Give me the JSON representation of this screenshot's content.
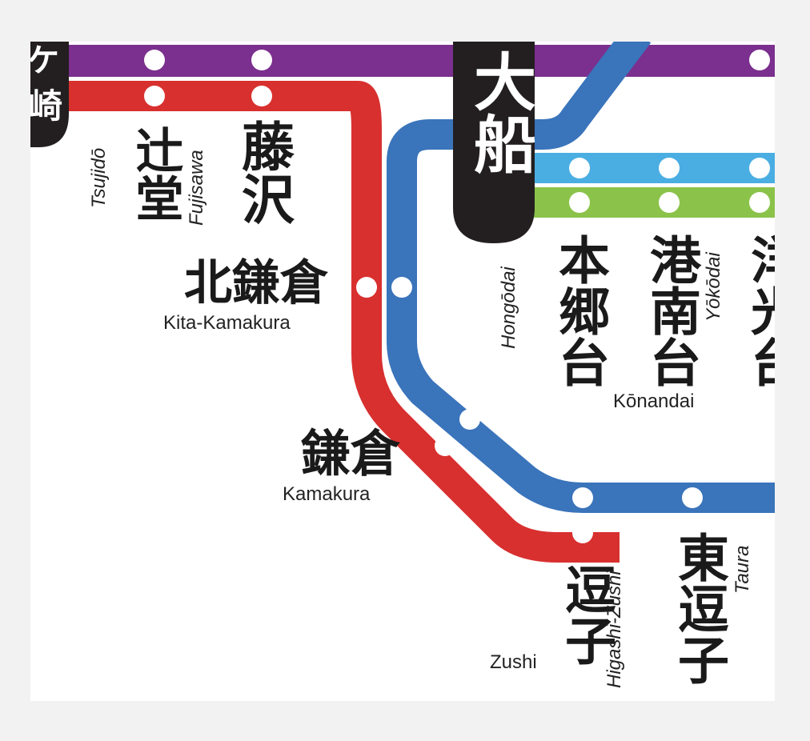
{
  "map": {
    "colors": {
      "purple_line": "#7b2f8e",
      "red_line": "#d8302f",
      "blue_line": "#3a74bb",
      "light_blue_line": "#4aaee3",
      "green_line": "#8bc34a",
      "terminal_box": "#231f20",
      "station_dot": "#ffffff"
    },
    "stations": {
      "left_edge": {
        "kanji_top": "ケ",
        "kanji_bottom": "崎"
      },
      "tsujido": {
        "kanji": "辻堂",
        "roman": "Tsujidō"
      },
      "fujisawa": {
        "kanji": "藤沢",
        "roman": "Fujisawa"
      },
      "ofuna": {
        "kanji": "大船"
      },
      "kita_kamakura": {
        "kanji": "北鎌倉",
        "roman": "Kita-Kamakura"
      },
      "kamakura": {
        "kanji": "鎌倉",
        "roman": "Kamakura"
      },
      "zushi": {
        "kanji": "逗子",
        "roman": "Zushi"
      },
      "higashi_zushi": {
        "kanji": "東逗子",
        "roman": "Higashi-Zushi"
      },
      "taura": {
        "roman": "Taura"
      },
      "hongodai": {
        "kanji": "本郷台",
        "roman": "Hongōdai"
      },
      "konandai": {
        "kanji": "港南台",
        "roman": "Kōnandai"
      },
      "yokodai": {
        "kanji": "洋光台",
        "roman": "Yōkōdai"
      }
    }
  }
}
